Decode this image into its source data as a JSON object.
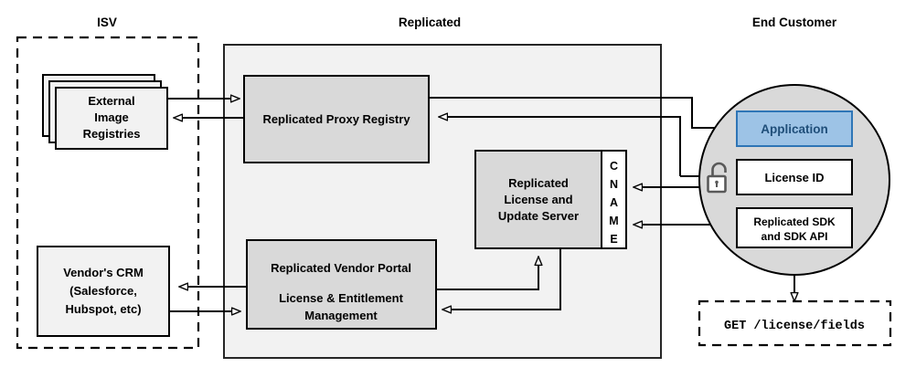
{
  "diagram": {
    "title_isv": "ISV",
    "title_replicated": "Replicated",
    "title_end_customer": "End Customer",
    "colors": {
      "group_fill": "#f2f2f2",
      "component_fill": "#d9d9d9",
      "application_fill": "#9dc3e6",
      "application_text": "#1F4E79",
      "white_fill": "#ffffff",
      "stroke": "#000000"
    },
    "isv": {
      "registries": {
        "name": "external-image-registries",
        "line1": "External",
        "line2": "Image",
        "line3": "Registries",
        "stacked_copies": 3
      },
      "crm": {
        "name": "vendors-crm",
        "line1": "Vendor's CRM",
        "line2": "(Salesforce,",
        "line3": "Hubspot, etc)"
      }
    },
    "replicated": {
      "proxy_registry": {
        "name": "replicated-proxy-registry",
        "label": "Replicated Proxy Registry"
      },
      "license_update_server": {
        "name": "replicated-license-and-update-server",
        "line1": "Replicated",
        "line2": "License and",
        "line3": "Update Server",
        "cname_label": "CNAME",
        "cname_letters": [
          "C",
          "N",
          "A",
          "M",
          "E"
        ]
      },
      "vendor_portal": {
        "name": "replicated-vendor-portal",
        "line1": "Replicated Vendor Portal",
        "line2": "License & Entitlement",
        "line3": "Management"
      }
    },
    "end_customer": {
      "application": {
        "name": "application",
        "label": "Application"
      },
      "license_id": {
        "name": "license-id",
        "label": "License ID"
      },
      "sdk": {
        "name": "replicated-sdk",
        "line1": "Replicated SDK",
        "line2": "and SDK API"
      },
      "lock_icon": {
        "name": "unlocked-padlock-icon",
        "state": "unlocked"
      },
      "api_call": {
        "name": "license-fields-api-call",
        "label": "GET /license/fields"
      }
    }
  }
}
